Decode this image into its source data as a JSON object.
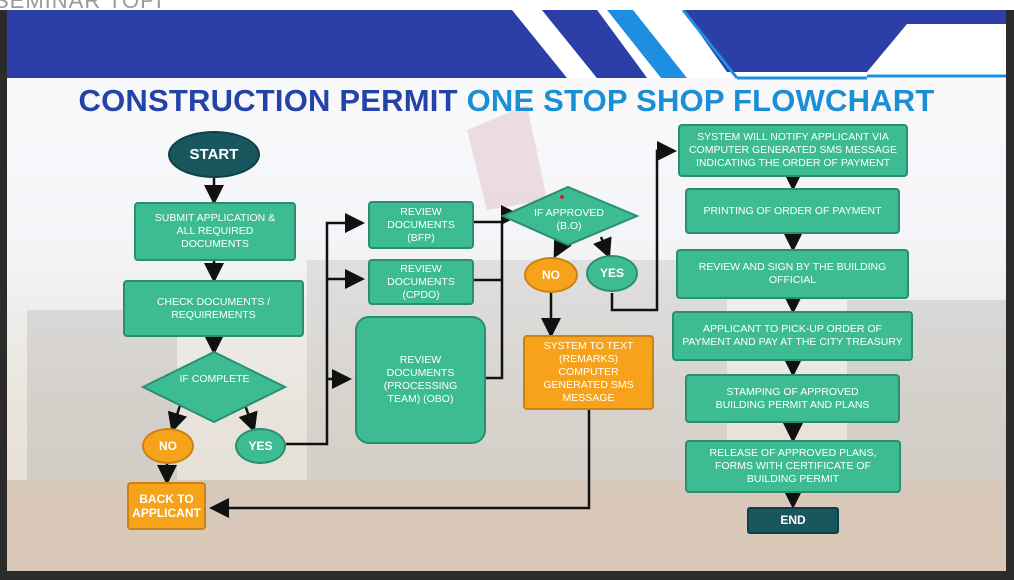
{
  "window": {
    "top_strip_text": "SEMINAR TOPI"
  },
  "title": {
    "part1": "CONSTRUCTION PERMIT",
    "part2": "ONE STOP SHOP FLOWCHART"
  },
  "nodes": {
    "start": "START",
    "submit": "SUBMIT APPLICATION & ALL REQUIRED DOCUMENTS",
    "check": "CHECK DOCUMENTS / REQUIREMENTS",
    "if_complete": "IF COMPLETE",
    "no1": "NO",
    "yes1": "YES",
    "back": "BACK TO APPLICANT",
    "review_bfp": "REVIEW DOCUMENTS (BFP)",
    "review_cpdo": "REVIEW DOCUMENTS (CPDO)",
    "review_obo": "REVIEW DOCUMENTS (PROCESSING TEAM) (OBO)",
    "if_approved": "IF APPROVED (B.O)",
    "no2": "NO",
    "yes2": "YES",
    "sms_remarks": "SYSTEM TO TEXT (REMARKS) COMPUTER GENERATED SMS MESSAGE",
    "notify": "SYSTEM WILL NOTIFY APPLICANT VIA COMPUTER GENERATED SMS MESSAGE INDICATING THE ORDER OF PAYMENT",
    "printing": "PRINTING OF ORDER OF PAYMENT",
    "review_sign": "REVIEW AND SIGN BY THE BUILDING OFFICIAL",
    "pickup": "APPLICANT TO PICK-UP ORDER OF PAYMENT AND PAY AT THE CITY TREASURY",
    "stamping": "STAMPING OF APPROVED BUILDING PERMIT AND PLANS",
    "release": "RELEASE OF APPROVED PLANS, FORMS WITH CERTIFICATE OF BUILDING PERMIT",
    "end": "END"
  },
  "colors": {
    "process": "#3dbb93",
    "decision_branch": "#f7a21b",
    "terminal": "#17575d",
    "title_dark": "#2343a8",
    "title_light": "#1b8fd6"
  }
}
